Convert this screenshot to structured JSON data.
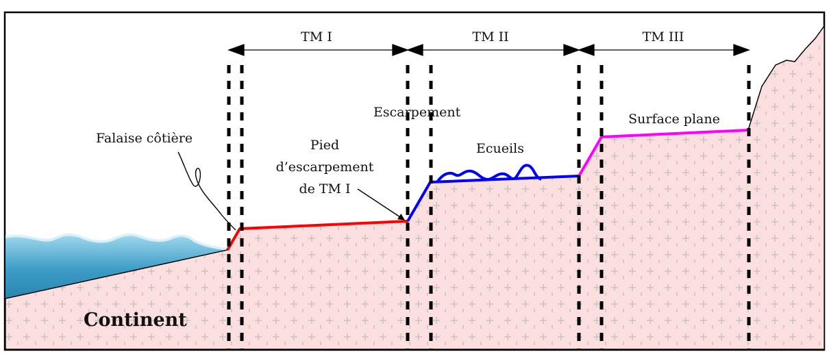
{
  "zones": [
    {
      "label": "TM I"
    },
    {
      "label": "TM II"
    },
    {
      "label": "TM III"
    }
  ],
  "labels": {
    "falaise": "Falaise côtière",
    "pied_line1": "Pied",
    "pied_line2": "d’escarpement",
    "pied_line3": "de TM I",
    "escarpement": "Escarpement",
    "ecueils": "Ecueils",
    "surface": "Surface plane",
    "continent": "Continent"
  },
  "colors": {
    "land_fill": "#fbdede",
    "land_pattern": "#b8b8b8",
    "sea_light": "#9fd8ee",
    "sea_dark": "#2f8db8",
    "tm1_line": "#ff0000",
    "tm2_line": "#0000ff",
    "tm3_line": "#ff00ff",
    "outline": "#000000"
  }
}
